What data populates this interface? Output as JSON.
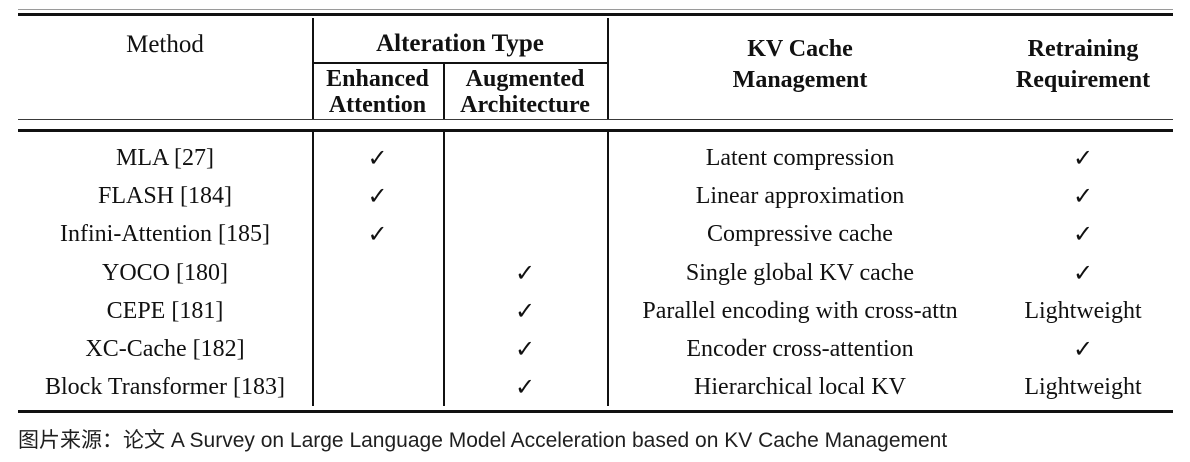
{
  "table": {
    "columns": {
      "method": "Method",
      "alteration_type": "Alteration Type",
      "enhanced_attention": "Enhanced\nAttention",
      "augmented_architecture": "Augmented\nArchitecture",
      "kv_cache_management": "KV Cache\nManagement",
      "retraining_requirement": "Retraining\nRequirement"
    },
    "check_glyph": "✓",
    "rows": [
      {
        "method": "MLA [27]",
        "enhanced": "✓",
        "augmented": "",
        "kv": "Latent compression",
        "retraining": "✓"
      },
      {
        "method": "FLASH [184]",
        "enhanced": "✓",
        "augmented": "",
        "kv": "Linear approximation",
        "retraining": "✓"
      },
      {
        "method": "Infini-Attention [185]",
        "enhanced": "✓",
        "augmented": "",
        "kv": "Compressive cache",
        "retraining": "✓"
      },
      {
        "method": "YOCO [180]",
        "enhanced": "",
        "augmented": "✓",
        "kv": "Single global KV cache",
        "retraining": "✓"
      },
      {
        "method": "CEPE [181]",
        "enhanced": "",
        "augmented": "✓",
        "kv": "Parallel encoding with cross-attn",
        "retraining": "Lightweight"
      },
      {
        "method": "XC-Cache [182]",
        "enhanced": "",
        "augmented": "✓",
        "kv": "Encoder cross-attention",
        "retraining": "✓"
      },
      {
        "method": "Block Transformer [183]",
        "enhanced": "",
        "augmented": "✓",
        "kv": "Hierarchical local KV",
        "retraining": "Lightweight"
      }
    ]
  },
  "caption": "图片来源：论文 A Survey on Large Language Model Acceleration based on KV Cache Management"
}
